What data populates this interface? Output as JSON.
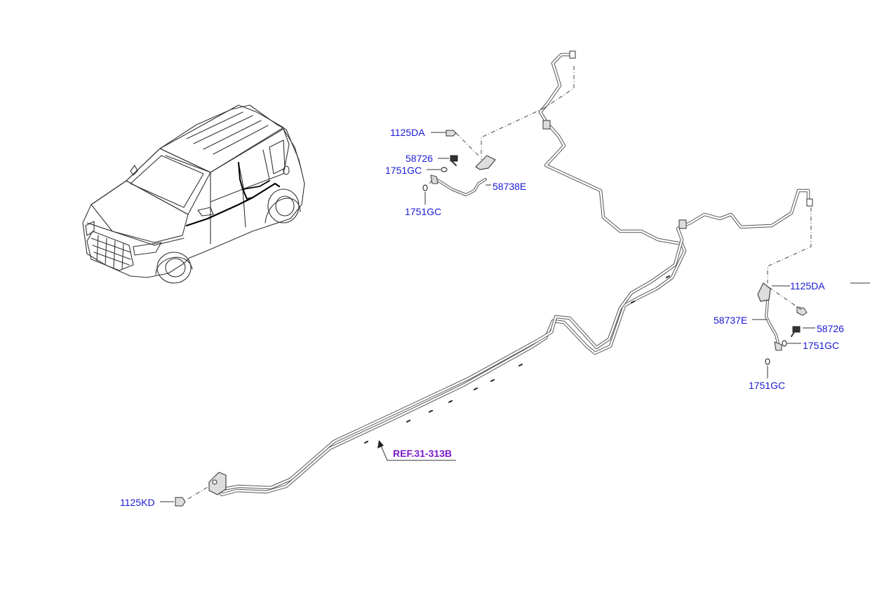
{
  "diagram": {
    "labels": {
      "bolt_1125DA_top": "1125DA",
      "bolt_58726_top": "58726",
      "gasket_1751GC_top_a": "1751GC",
      "hose_58738E": "58738E",
      "gasket_1751GC_top_b": "1751GC",
      "bolt_1125DA_right": "1125DA",
      "hose_58737E": "58737E",
      "bolt_58726_right": "58726",
      "gasket_1751GC_right_a": "1751GC",
      "gasket_1751GC_right_b": "1751GC",
      "reference": "REF.31-313B",
      "bolt_1125KD": "1125KD"
    },
    "colors": {
      "part_label": "#1a1ad6",
      "reference_label": "#7a18c8",
      "line_art": "#555555"
    }
  }
}
